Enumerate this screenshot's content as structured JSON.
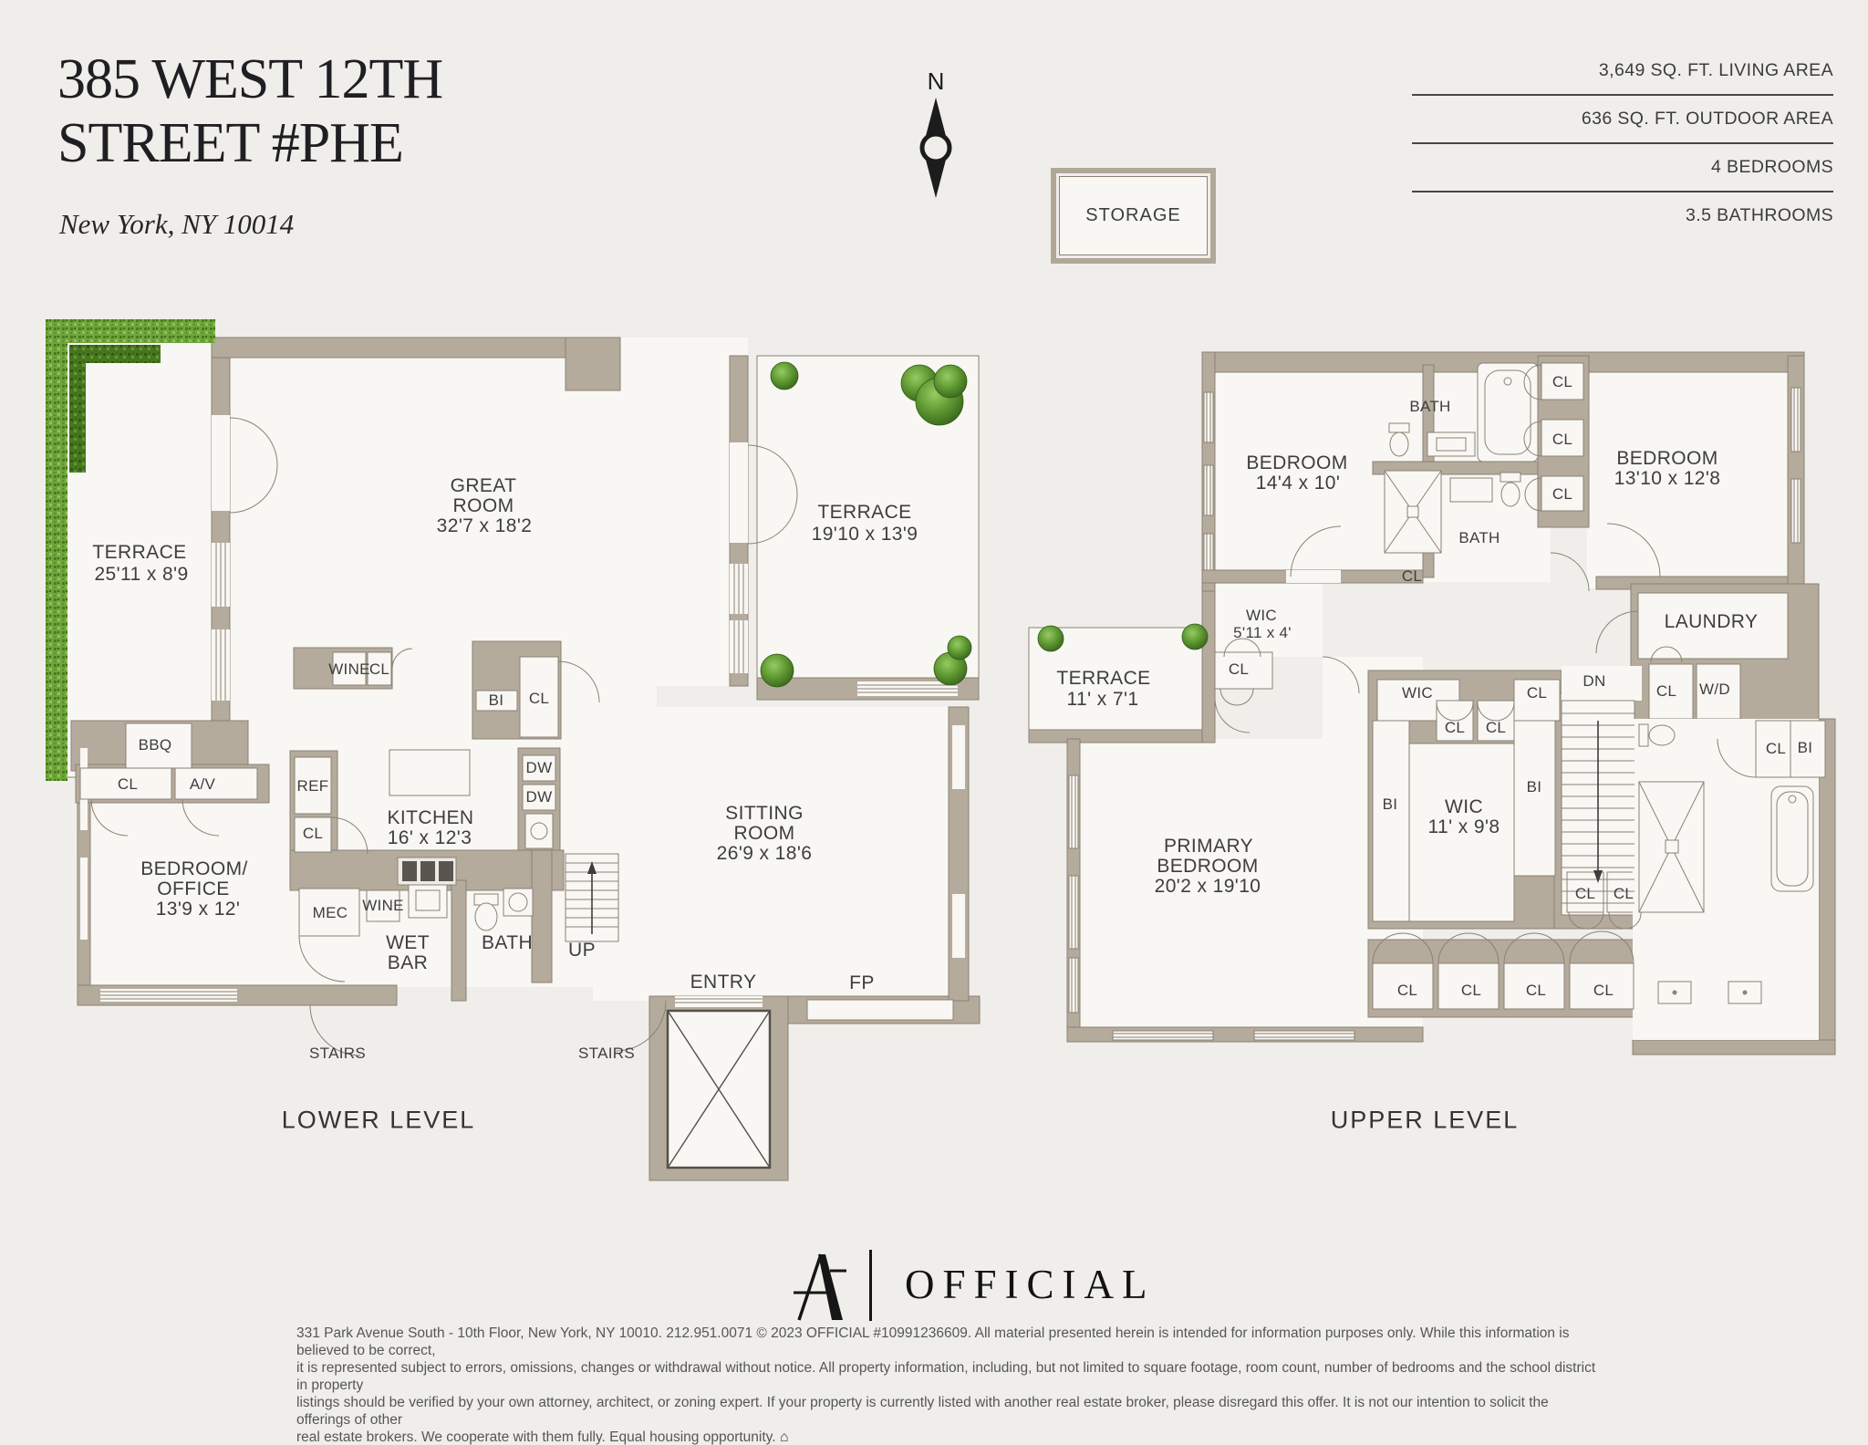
{
  "header": {
    "title_line1": "385 WEST 12TH",
    "title_line2": "STREET #PHE",
    "subtitle": "New York, NY 10014",
    "compass_label": "N",
    "storage_label": "STORAGE",
    "stats": [
      "3,649 SQ. FT. LIVING AREA",
      "636 SQ. FT. OUTDOOR AREA",
      "4 BEDROOMS",
      "3.5 BATHROOMS"
    ]
  },
  "lower": {
    "level_title": "LOWER LEVEL",
    "terrace_name": "TERRACE",
    "terrace_dims": "25'11 x 8'9",
    "great_1": "GREAT",
    "great_2": "ROOM",
    "great_dims": "32'7 x 18'2",
    "terrace2_name": "TERRACE",
    "terrace2_dims": "19'10 x 13'9",
    "wine1": "WINE",
    "cl1": "CL",
    "bi": "BI",
    "cl2": "CL",
    "ref": "REF",
    "cl3": "CL",
    "kitchen_name": "KITCHEN",
    "kitchen_dims": "16' x 12'3",
    "dw1": "DW",
    "dw2": "DW",
    "sitting_1": "SITTING",
    "sitting_2": "ROOM",
    "sitting_dims": "26'9 x 18'6",
    "mec": "MEC",
    "wine2": "WINE",
    "wet_1": "WET",
    "wet_2": "BAR",
    "bath": "BATH",
    "up": "UP",
    "entry": "ENTRY",
    "fp": "FP",
    "stairs1": "STAIRS",
    "stairs2": "STAIRS",
    "bbq": "BBQ",
    "cl4": "CL",
    "av": "A/V",
    "bedoff_1": "BEDROOM/",
    "bedoff_2": "OFFICE",
    "bedoff_dims": "13'9 x 12'"
  },
  "upper": {
    "level_title": "UPPER LEVEL",
    "bedroom1_name": "BEDROOM",
    "bedroom1_dims": "14'4 x 10'",
    "bath1": "BATH",
    "clr1": "CL",
    "clr2": "CL",
    "clr3": "CL",
    "bath2": "BATH",
    "cl_shower": "CL",
    "bedroom2_name": "BEDROOM",
    "bedroom2_dims": "13'10 x 12'8",
    "wic1_name": "WIC",
    "wic1_dims": "5'11 x 4'",
    "cl_terrace": "CL",
    "terrace_name": "TERRACE",
    "terrace_dims": "11' x 7'1",
    "laundry": "LAUNDRY",
    "wic2": "WIC",
    "cl_mid": "CL",
    "cl_s1": "CL",
    "cl_s2": "CL",
    "bi1": "BI",
    "wic3_name": "WIC",
    "wic3_dims": "11' x 9'8",
    "bi2": "BI",
    "dn": "DN",
    "cl_st1": "CL",
    "cl_st2": "CL",
    "cl_wd": "CL",
    "wd": "W/D",
    "cl_bath": "CL",
    "bi_bath": "BI",
    "primary_1": "PRIMARY",
    "primary_2": "BEDROOM",
    "primary_dims": "20'2 x 19'10",
    "cl_b1": "CL",
    "cl_b2": "CL",
    "cl_b3": "CL",
    "cl_b4": "CL"
  },
  "footer": {
    "brand": "OFFICIAL",
    "equal_housing_icon": "⌂",
    "lines": [
      "331 Park Avenue South - 10th Floor, New York, NY 10010. 212.951.0071 © 2023 OFFICIAL #10991236609. All material presented herein is intended for information purposes only. While this information is believed to be correct,",
      "it is represented subject to errors, omissions, changes or withdrawal without notice. All property information, including, but not limited to square footage, room count, number of bedrooms and the school district in property",
      "listings should be verified by your own attorney, architect, or zoning expert. If your property is currently listed with another real estate broker, please disregard this offer. It is not our intention to solicit the offerings of other",
      "real estate brokers. We cooperate with them fully. Equal housing opportunity."
    ]
  },
  "colors": {
    "background": "#efeeea",
    "room_fill": "#f8f7f3",
    "wall": "#b5ab9d",
    "line": "#8b8274",
    "hedge_green": "#6fa53a",
    "tree_green": "#5d9631",
    "text": "#3e3e3e"
  }
}
